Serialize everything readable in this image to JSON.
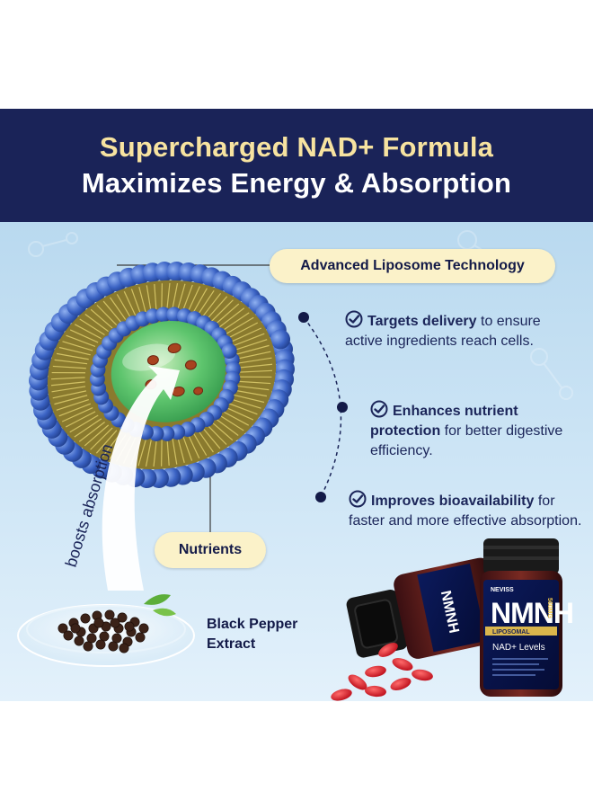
{
  "header": {
    "line1": "Supercharged NAD+ Formula",
    "line2": "Maximizes Energy & Absorption"
  },
  "labels": {
    "liposome": "Advanced Liposome Technology",
    "nutrients": "Nutrients",
    "boosts": "boosts absorption",
    "pepper_line1": "Black Pepper",
    "pepper_line2": "Extract"
  },
  "features": [
    {
      "bold": "Targets delivery",
      "rest": " to ensure active ingredients reach cells."
    },
    {
      "bold": "Enhances nutrient protection",
      "rest": " for better digestive efficiency."
    },
    {
      "bold": "Improves bioavailability",
      "rest": " for faster and more effective absorption."
    }
  ],
  "product": {
    "brand": "NEVISS",
    "name": "NMNH",
    "dose": "500MG",
    "sub": "LIPOSOMAL",
    "tagline": "NAD+ Levels"
  },
  "colors": {
    "header_bg": "#1a2358",
    "header_accent": "#f7e3a0",
    "pill_bg": "#fbf2c9",
    "text_navy": "#1b2559",
    "liposome_blue": "#3b63c4",
    "core_green": "#5cc971",
    "capsule_red": "#d81f2a"
  }
}
